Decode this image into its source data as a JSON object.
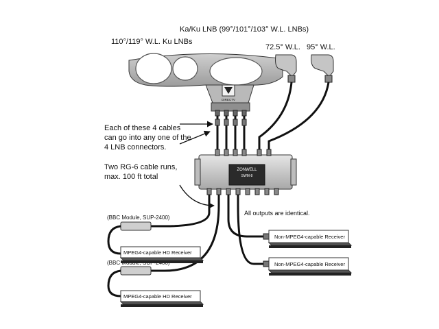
{
  "header": {
    "title": "Ka/Ku LNB (99°/101°/103° W.L. LNBs)",
    "ku_lnbs": "110°/119° W.L. Ku LNBs",
    "lnb_725": "72.5° W.L.",
    "lnb_95": "95° W.L."
  },
  "dish": {
    "logo_text": "DIRECTV"
  },
  "notes": {
    "cables_line1": "Each of these 4 cables",
    "cables_line2": "can go into any one of the",
    "cables_line3": "4 LNB connectors.",
    "runs_line1": "Two RG-6 cable runs,",
    "runs_line2": "max. 100 ft total",
    "outputs": "All outputs are identical."
  },
  "multiswitch": {
    "brand": "ZONWELL",
    "model": "SWM-8"
  },
  "receivers": [
    {
      "module": "(BBC Module, SUP-2400)",
      "label": "MPEG4-capable HD Receiver"
    },
    {
      "module": "(BBC Module, SUP-2400)",
      "label": "MPEG4-capable HD Receiver"
    },
    {
      "label": "Non-MPEG4-capable Receiver"
    },
    {
      "label": "Non-MPEG4-capable Receiver"
    }
  ],
  "colors": {
    "line": "#111111",
    "device": "#d4d4d4",
    "device_dark": "#9a9a9a"
  }
}
